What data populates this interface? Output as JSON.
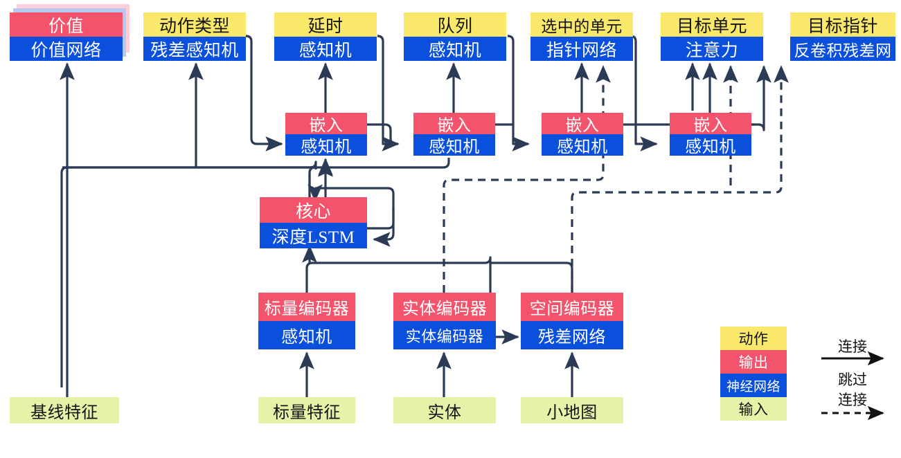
{
  "diagram": {
    "title": "",
    "colors": {
      "action": "#FAE86B",
      "output": "#F4546B",
      "network": "#0A50DC",
      "input": "#E7F2A8",
      "wire": "#2B3A55"
    },
    "heads": [
      {
        "id": "value",
        "action": "价值",
        "network": "价值网络",
        "stacked": true
      },
      {
        "id": "action-type",
        "action": "动作类型",
        "network": "残差感知机",
        "stacked": false
      },
      {
        "id": "delay",
        "action": "延时",
        "network": "感知机",
        "stacked": false
      },
      {
        "id": "queue",
        "action": "队列",
        "network": "感知机",
        "stacked": false
      },
      {
        "id": "selected-units",
        "action": "选中的单元",
        "network": "指针网络",
        "stacked": false
      },
      {
        "id": "target-unit",
        "action": "目标单元",
        "network": "注意力",
        "stacked": false
      },
      {
        "id": "target-point",
        "action": "目标指针",
        "network": "反卷积残差网",
        "stacked": false
      }
    ],
    "embeds": [
      {
        "id": "embed-delay",
        "output": "嵌入",
        "network": "感知机"
      },
      {
        "id": "embed-queue",
        "output": "嵌入",
        "network": "感知机"
      },
      {
        "id": "embed-select",
        "output": "嵌入",
        "network": "感知机"
      },
      {
        "id": "embed-target",
        "output": "嵌入",
        "network": "感知机"
      }
    ],
    "core": {
      "id": "core",
      "output": "核心",
      "network": "深度LSTM"
    },
    "encoders": [
      {
        "id": "scalar-encoder",
        "output": "标量编码器",
        "network": "感知机"
      },
      {
        "id": "entity-encoder",
        "output": "实体编码器",
        "network": "实体编码器"
      },
      {
        "id": "spatial-encoder",
        "output": "空间编码器",
        "network": "残差网络"
      }
    ],
    "inputs": [
      {
        "id": "baseline-features",
        "label": "基线特征"
      },
      {
        "id": "scalar-features",
        "label": "标量特征"
      },
      {
        "id": "entities",
        "label": "实体"
      },
      {
        "id": "minimap",
        "label": "小地图"
      }
    ],
    "legend": {
      "swatches": [
        {
          "id": "legend-action",
          "label": "动作",
          "kind": "action"
        },
        {
          "id": "legend-output",
          "label": "输出",
          "kind": "output"
        },
        {
          "id": "legend-network",
          "label": "神经网络",
          "kind": "network"
        },
        {
          "id": "legend-input",
          "label": "输入",
          "kind": "input"
        }
      ],
      "edges": [
        {
          "id": "legend-connect",
          "label": "连接",
          "style": "solid"
        },
        {
          "id": "legend-skip-line1",
          "label": "跳过",
          "style": "dashed"
        },
        {
          "id": "legend-skip-line2",
          "label": "连接",
          "style": "dashed"
        }
      ]
    }
  }
}
